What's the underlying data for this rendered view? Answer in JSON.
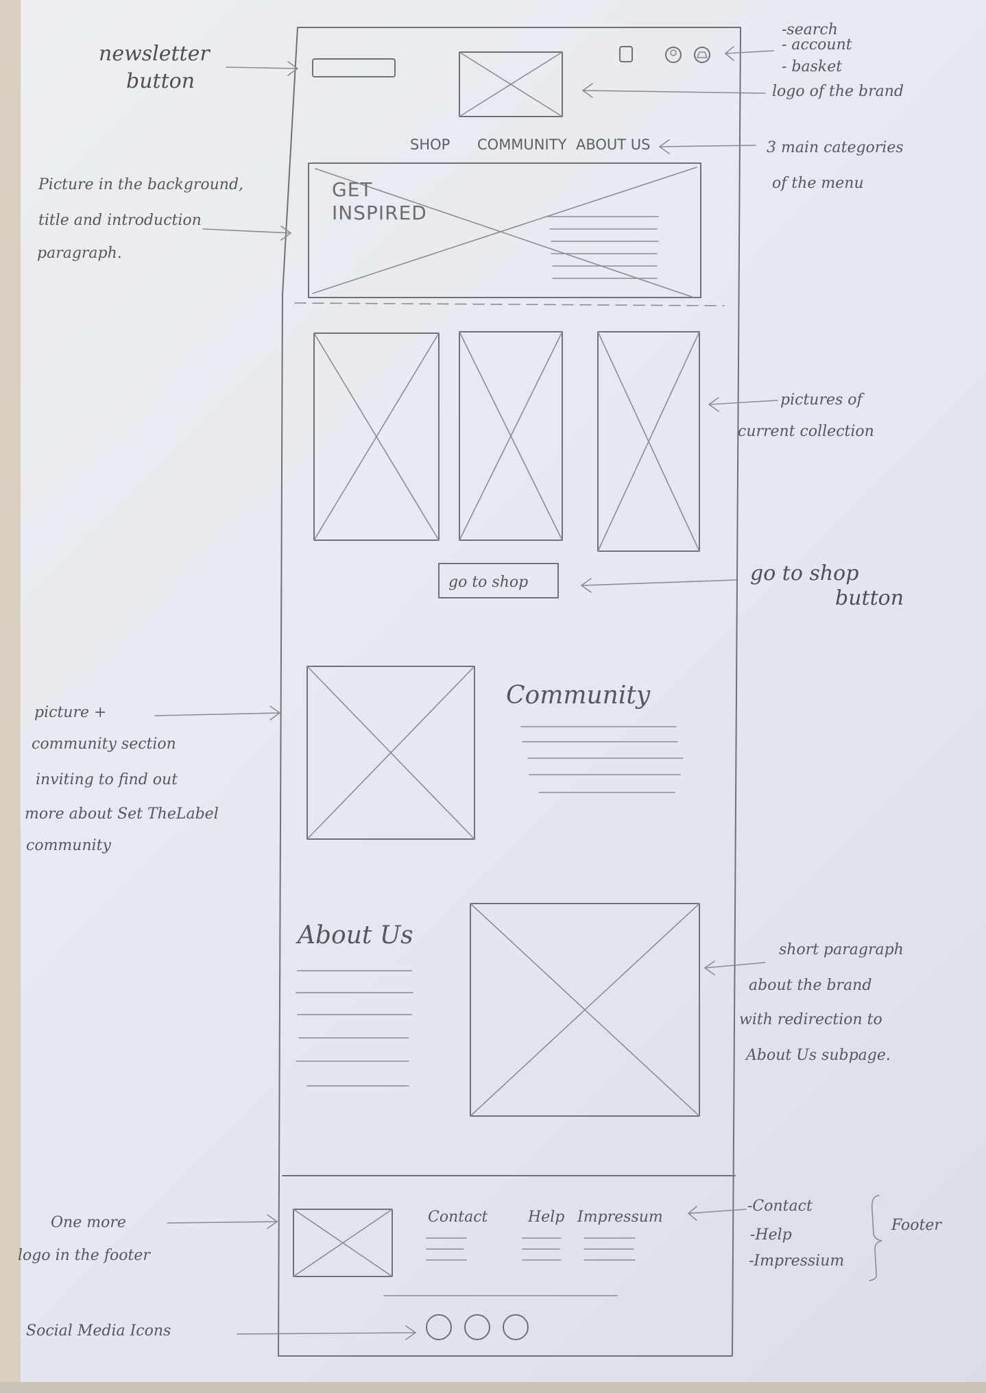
{
  "header": {
    "menu": [
      "SHOP",
      "COMMUNITY",
      "ABOUT US"
    ]
  },
  "hero": {
    "title_line1": "GET",
    "title_line2": "INSPIRED"
  },
  "collection": {
    "button_label": "go to shop"
  },
  "community": {
    "heading": "Community"
  },
  "about": {
    "heading": "About Us"
  },
  "footer": {
    "links": [
      "Contact",
      "Help",
      "Impressum"
    ]
  },
  "annotations": {
    "newsletter": [
      "newsletter",
      "button"
    ],
    "header_icons": [
      "-search",
      "- account",
      "- basket"
    ],
    "logo": "logo of the brand",
    "menu": [
      "3 main categories",
      "of the menu"
    ],
    "hero": [
      "Picture in the background,",
      "title and introduction",
      "paragraph."
    ],
    "collection": [
      "pictures of",
      "current collection"
    ],
    "shop_button": [
      "go to shop",
      "button"
    ],
    "community": [
      "picture +",
      "community section",
      "inviting to find out",
      "more about Set TheLabel",
      "community"
    ],
    "about": [
      "short paragraph",
      "about the brand",
      "with redirection to",
      "About Us subpage."
    ],
    "footer_logo": [
      "One more",
      "logo in the footer"
    ],
    "footer_links": [
      "-Contact",
      "-Help",
      "-Impressium"
    ],
    "footer_brace": "Footer",
    "social": "Social Media Icons"
  }
}
